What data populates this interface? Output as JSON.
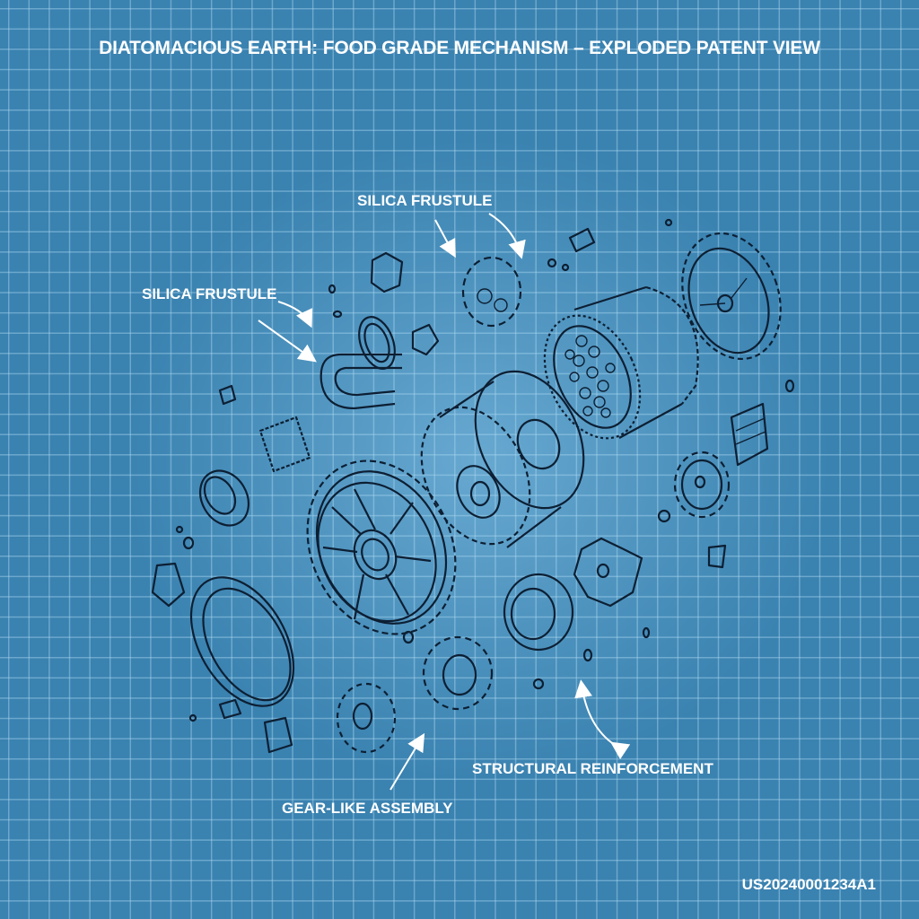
{
  "diagram": {
    "title": "DIATOMACIOUS EARTH: FOOD GRADE MECHANISM – EXPLODED PATENT VIEW",
    "style": "blueprint",
    "colors": {
      "background": "#3a82b0",
      "grid_line": "#aad7f0",
      "ink": "#0d1f33",
      "label_text": "#ffffff"
    },
    "labels": [
      {
        "id": "silica-frustule-top",
        "text": "SILICA FRUSTULE"
      },
      {
        "id": "silica-frustule-left",
        "text": "SILICA FRUSTULE"
      },
      {
        "id": "structural-reinforcement",
        "text": "STRUCTURAL REINFORCEMENT"
      },
      {
        "id": "gear-like-assembly",
        "text": "GEAR-LIKE ASSEMBLY"
      }
    ],
    "patent_number": "US20240001234A1",
    "components": [
      "large-spoked-gear",
      "cylindrical-drum-housing",
      "porous-frustule-drum",
      "toothed-wheel-top-right",
      "small-spur-gear-right",
      "large-ring",
      "small-ring-left",
      "u-channel-bracket",
      "flat-washer-ring",
      "small-ring-center",
      "small-gear-bottom-center",
      "small-gear-bottom-left",
      "coupling-piece",
      "finned-block",
      "scattered-fragments"
    ]
  }
}
